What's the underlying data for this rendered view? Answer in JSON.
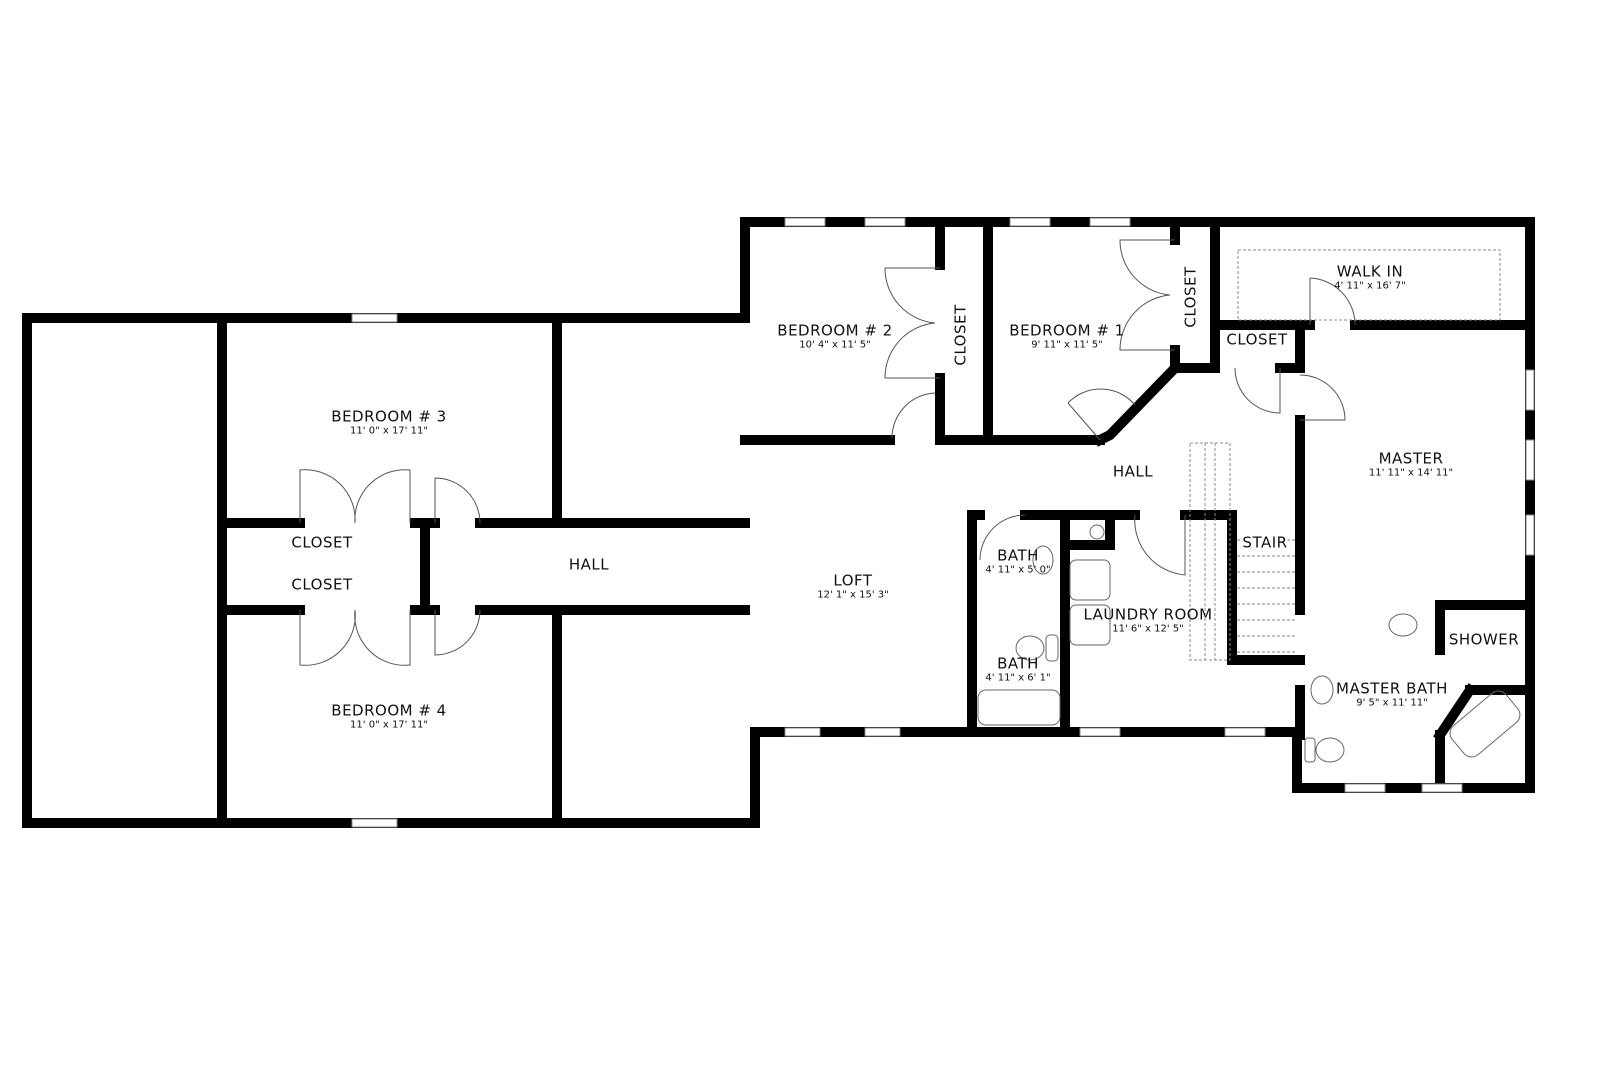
{
  "rooms": {
    "bedroom3": {
      "name": "BEDROOM # 3",
      "dims": "11' 0\" x 17' 11\""
    },
    "bedroom4": {
      "name": "BEDROOM # 4",
      "dims": "11' 0\" x 17' 11\""
    },
    "closet_upper_left": {
      "name": "CLOSET"
    },
    "closet_lower_left": {
      "name": "CLOSET"
    },
    "hall_left": {
      "name": "HALL"
    },
    "bedroom2": {
      "name": "BEDROOM # 2",
      "dims": "10' 4\" x 11' 5\""
    },
    "closet_bed2": {
      "name": "CLOSET"
    },
    "bedroom1": {
      "name": "BEDROOM # 1",
      "dims": "9' 11\" x 11' 5\""
    },
    "closet_bed1": {
      "name": "CLOSET"
    },
    "walk_in": {
      "name": "WALK IN",
      "dims": "4' 11\" x 16' 7\""
    },
    "closet_hall": {
      "name": "CLOSET"
    },
    "hall_right": {
      "name": "HALL"
    },
    "master": {
      "name": "MASTER",
      "dims": "11' 11\" x 14' 11\""
    },
    "loft": {
      "name": "LOFT",
      "dims": "12' 1\" x 15' 3\""
    },
    "bath_upper": {
      "name": "BATH",
      "dims": "4' 11\" x 5' 0\""
    },
    "bath_lower": {
      "name": "BATH",
      "dims": "4' 11\" x 6' 1\""
    },
    "laundry": {
      "name": "LAUNDRY ROOM",
      "dims": "11' 6\" x 12' 5\""
    },
    "stair": {
      "name": "STAIR"
    },
    "shower": {
      "name": "SHOWER"
    },
    "master_bath": {
      "name": "MASTER BATH",
      "dims": "9' 5\" x 11' 11\""
    }
  },
  "colors": {
    "wall": "#000000",
    "fixture": "#777777"
  }
}
